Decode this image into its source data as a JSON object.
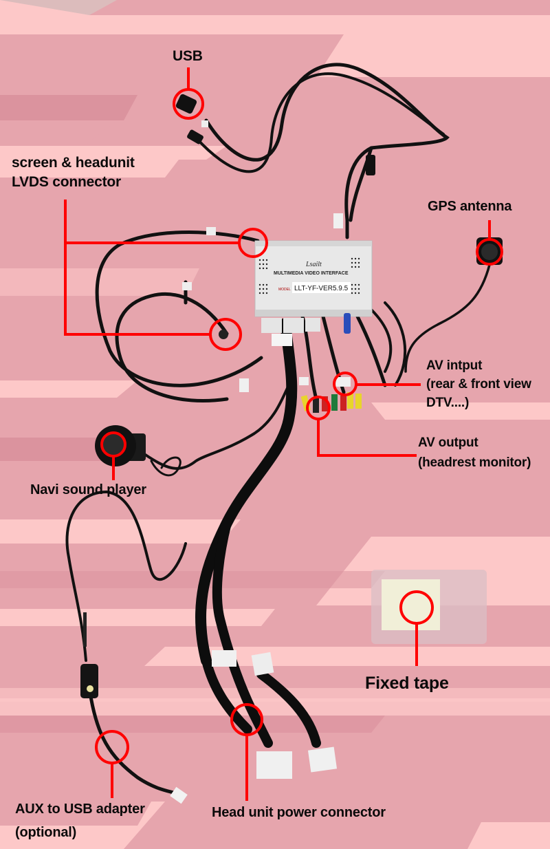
{
  "product": {
    "name": "Multimedia Video Interface",
    "brand": "Lsailt",
    "model_label": "MODEL",
    "model": "LLT-YF-VER5.9.5"
  },
  "callouts": {
    "usb": {
      "text": "USB"
    },
    "lvds": {
      "line1": "screen & headunit",
      "line2": "LVDS connector"
    },
    "gps": {
      "text": "GPS antenna"
    },
    "av_input": {
      "line1": "AV intput",
      "line2": "(rear & front view",
      "line3": "DTV....)"
    },
    "av_output": {
      "line1": "AV output",
      "line2": "(headrest monitor)"
    },
    "navi": {
      "text": "Navi sound player"
    },
    "fixed_tape": {
      "text": "Fixed tape"
    },
    "aux_usb": {
      "line1": "AUX to USB adapter",
      "line2": "(optional)"
    },
    "power": {
      "text": "Head unit power connector"
    }
  },
  "colors": {
    "background_dark": "#e6a5ad",
    "background_light": "#fdc8c8",
    "band_darker": "#db939e",
    "callout_red": "#ff0000",
    "cable_black": "#111111",
    "module_gray": "#e4e4e4"
  }
}
